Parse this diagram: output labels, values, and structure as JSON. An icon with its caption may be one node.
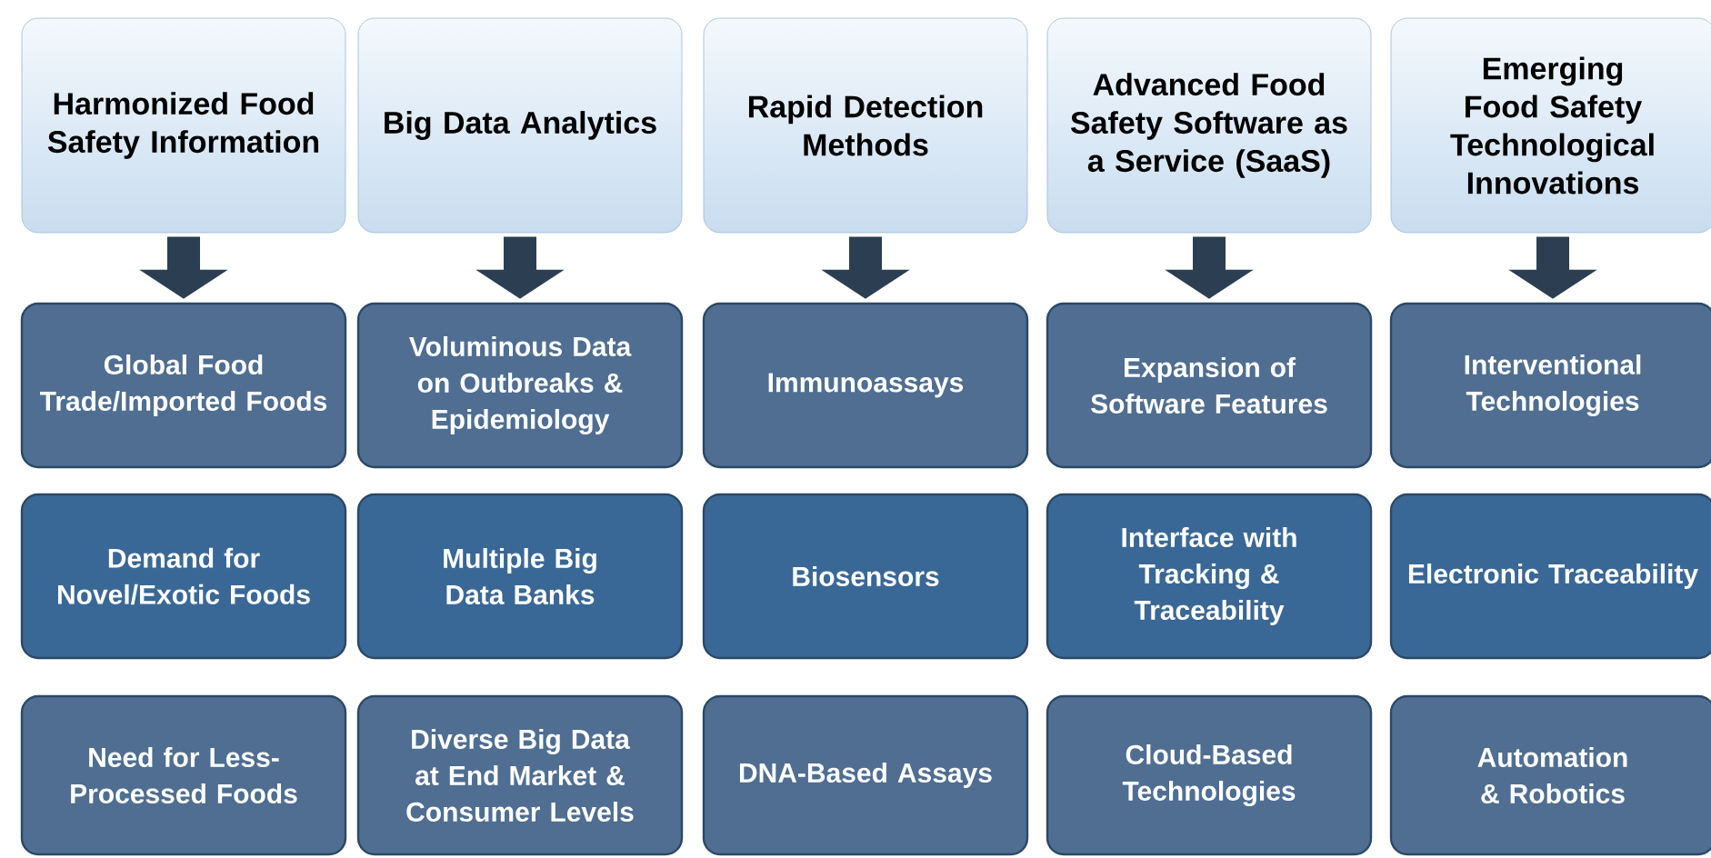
{
  "diagram": {
    "nodes": [
      {
        "text": [
          "Harmonized Food Safety Information"
        ]
      },
      {
        "text": [
          "Big Data Analytics"
        ]
      },
      {
        "text": [
          "Rapid Detection Methods"
        ]
      },
      {
        "text": [
          "Advanced Food Safety Software as a Service (SaaS)"
        ]
      },
      {
        "text": [
          "Emerging Food Safety Technological Innovations"
        ]
      },
      {
        "text": [
          "Global Food Trade/Imported Foods"
        ]
      },
      {
        "text": [
          "Voluminous Data on Outbreaks & Epidemiology"
        ]
      },
      {
        "text": [
          "Immunoassays"
        ]
      },
      {
        "text": [
          "Expansion of Software Features"
        ]
      },
      {
        "text": [
          "Interventional Technologies"
        ]
      },
      {
        "text": [
          "Demand for Novel/Exotic Foods"
        ]
      },
      {
        "text": [
          "Multiple Big Data Banks"
        ]
      },
      {
        "text": [
          "Biosensors"
        ]
      },
      {
        "text": [
          "Interface with Tracking & Traceability"
        ]
      },
      {
        "text": [
          "Electronic Traceability"
        ]
      },
      {
        "text": [
          "Need for Less-Processed Foods"
        ]
      },
      {
        "text": [
          "Diverse Big Data at End Market & Consumer Levels"
        ]
      },
      {
        "text": [
          "DNA-Based Assays"
        ]
      },
      {
        "text": [
          "Cloud-Based Technologies"
        ]
      },
      {
        "text": [
          "Automation & Robotics"
        ]
      }
    ],
    "edges": [
      {
        "from": 0,
        "to": 5,
        "arrow": "to"
      },
      {
        "from": 1,
        "to": 6,
        "arrow": "to"
      },
      {
        "from": 2,
        "to": 7,
        "arrow": "to"
      },
      {
        "from": 3,
        "to": 8,
        "arrow": "to"
      },
      {
        "from": 4,
        "to": 9,
        "arrow": "to"
      }
    ]
  }
}
